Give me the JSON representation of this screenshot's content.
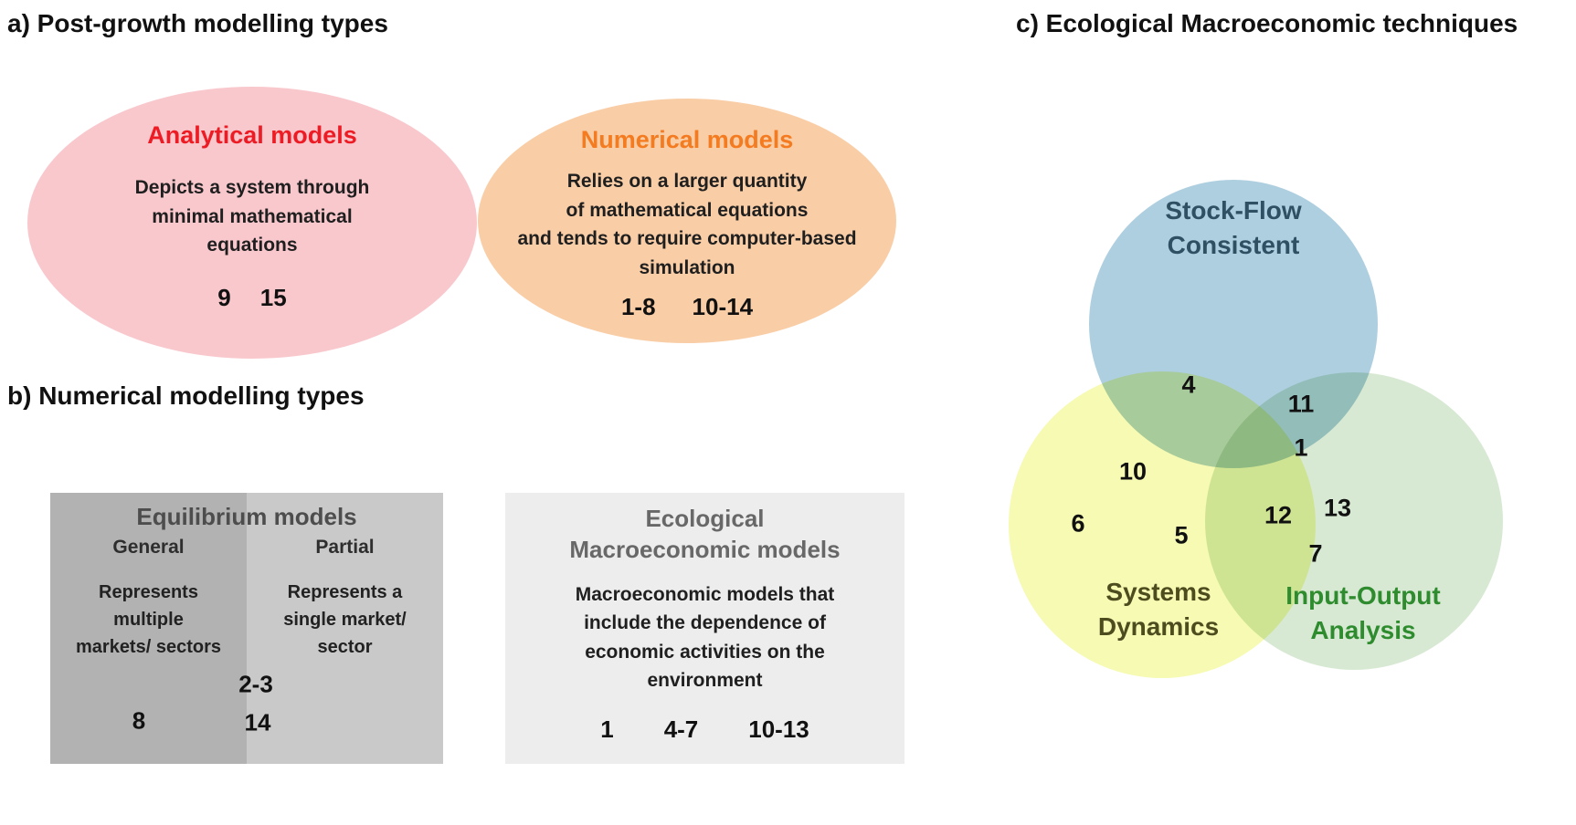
{
  "panel_a": {
    "title": "a) Post-growth modelling types",
    "analytical": {
      "title": "Analytical models",
      "body": "Depicts a system through\nminimal mathematical\nequations",
      "numbers": [
        "9",
        "15"
      ]
    },
    "numerical": {
      "title": "Numerical models",
      "body": "Relies on a larger quantity\nof mathematical equations\nand tends to require computer-based\nsimulation",
      "numbers": [
        "1-8",
        "10-14"
      ]
    }
  },
  "panel_b": {
    "title": "b) Numerical modelling types",
    "equilibrium": {
      "title": "Equilibrium models",
      "general_label": "General",
      "general_body": "Represents\nmultiple\nmarkets/ sectors",
      "partial_label": "Partial",
      "partial_body": "Represents a\nsingle market/\nsector",
      "numbers": {
        "shared": "2-3",
        "general": "8",
        "partial": "14"
      }
    },
    "ecological": {
      "title": "Ecological\nMacroeconomic models",
      "body": "Macroeconomic models that\ninclude the dependence of\neconomic activities on the\nenvironment",
      "numbers": [
        "1",
        "4-7",
        "10-13"
      ]
    }
  },
  "panel_c": {
    "title": "c) Ecological Macroeconomic techniques",
    "circles": {
      "stock_flow": "Stock-Flow\nConsistent",
      "systems_dynamics": "Systems\nDynamics",
      "input_output": "Input-Output\nAnalysis"
    },
    "numbers": [
      {
        "label": "4"
      },
      {
        "label": "11"
      },
      {
        "label": "1"
      },
      {
        "label": "10"
      },
      {
        "label": "13"
      },
      {
        "label": "12"
      },
      {
        "label": "6"
      },
      {
        "label": "5"
      },
      {
        "label": "7"
      }
    ]
  },
  "colors": {
    "analytical_fill": "#f9c8cd",
    "analytical_title": "#ed1c24",
    "numerical_fill": "#f9cda6",
    "numerical_title": "#f47b20",
    "equilibrium_left_fill": "#b2b2b2",
    "equilibrium_right_fill": "#c9c9c9",
    "equilibrium_title": "#4d4d4d",
    "ecological_fill": "#ededed",
    "ecological_title": "#686868",
    "stock_flow_fill": "#aecfe0",
    "stock_flow_text": "#2f4f63",
    "systems_dynamics_fill": "#f6fab2",
    "systems_dynamics_text": "#4c4c1f",
    "input_output_fill": "#d7e9d3",
    "input_output_text": "#2e8b2e"
  }
}
